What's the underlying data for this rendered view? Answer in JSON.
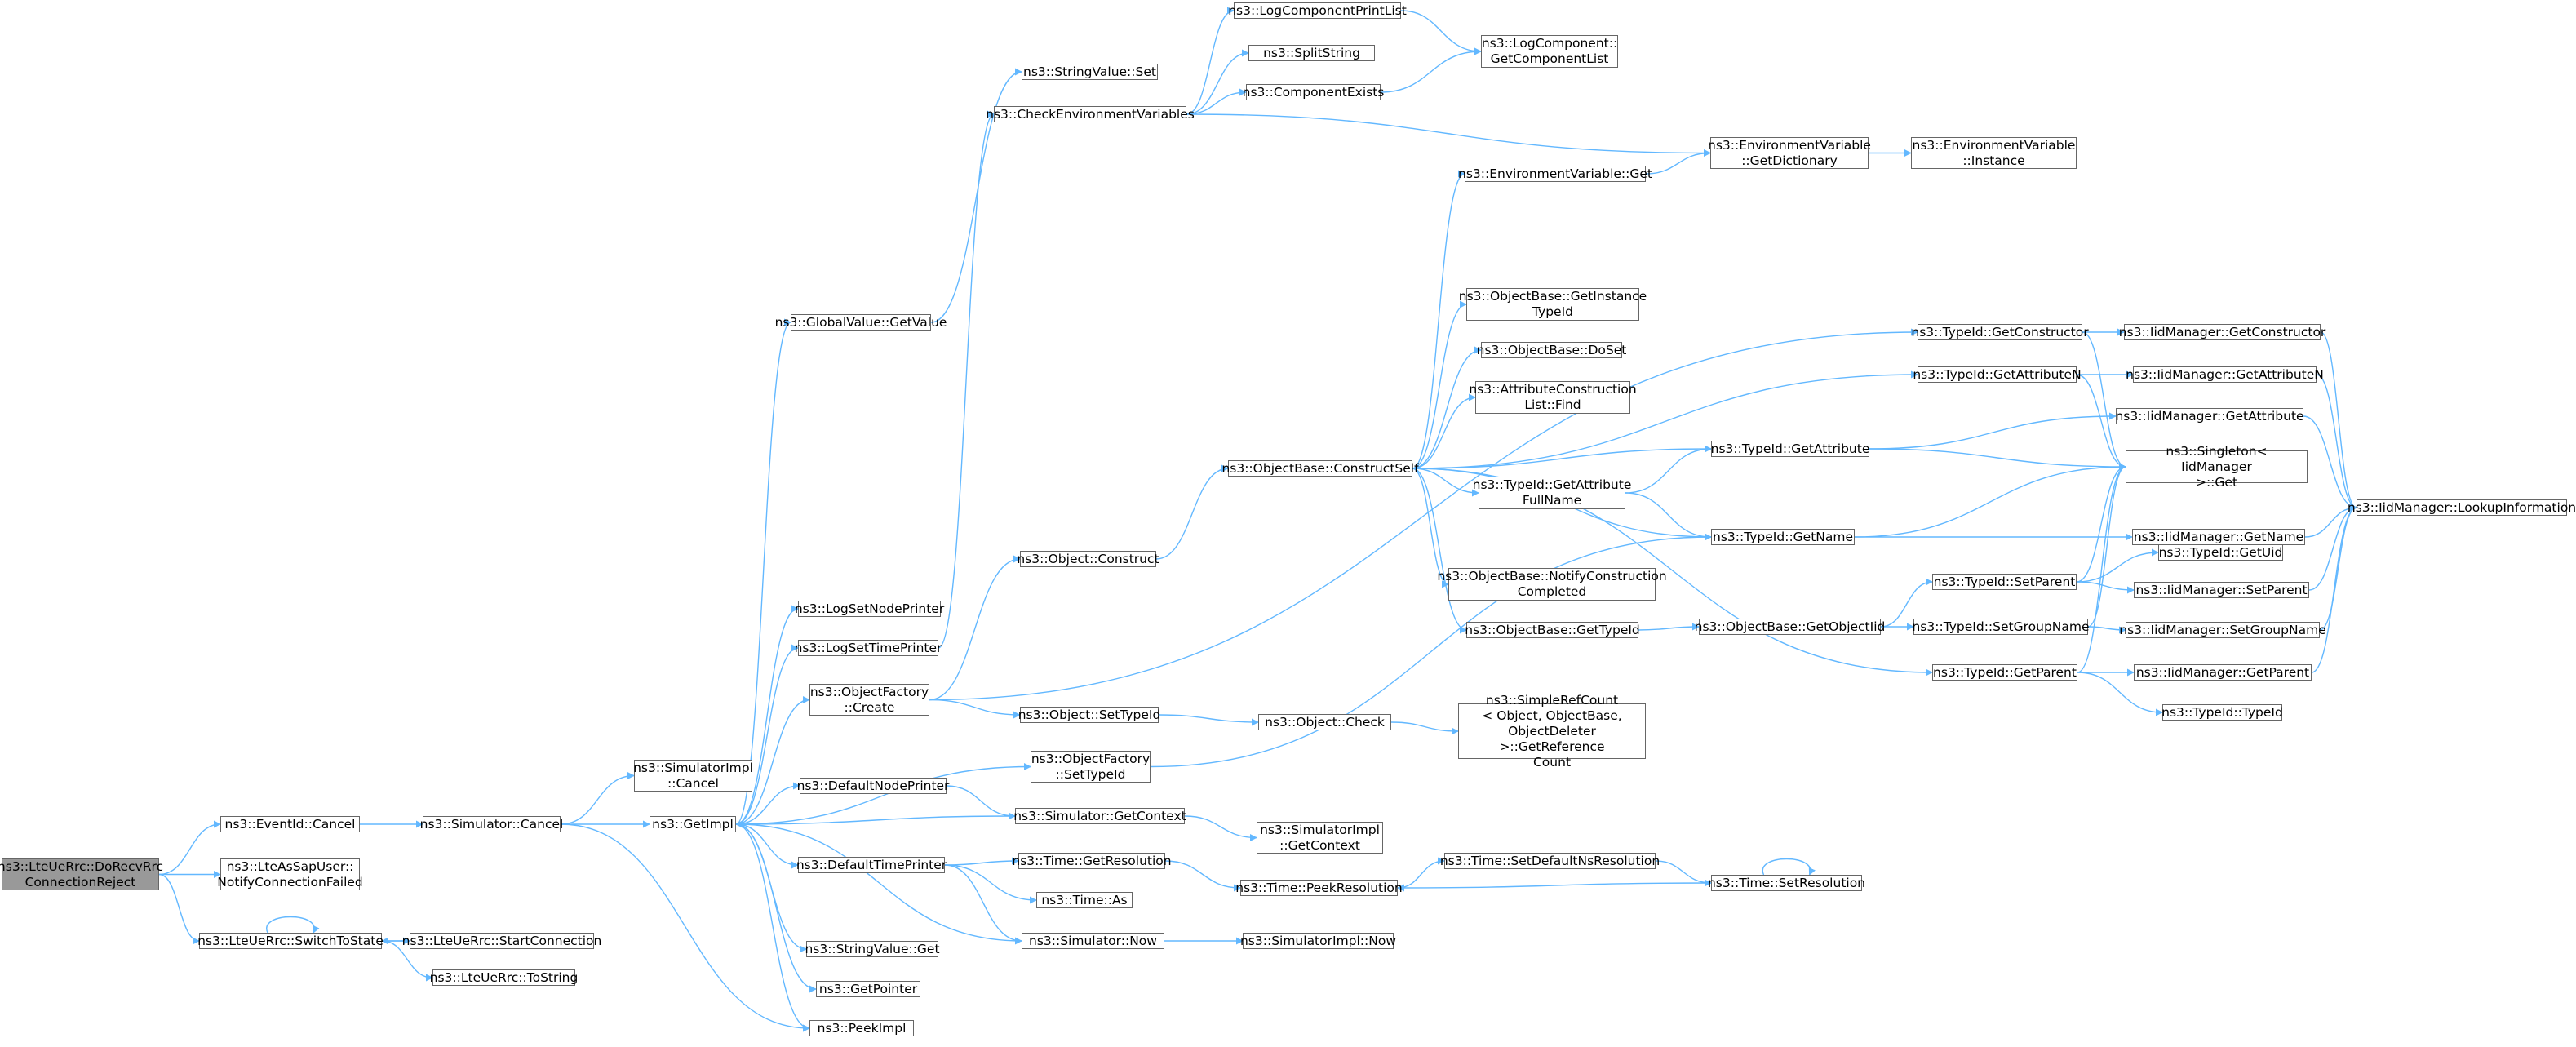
{
  "graph": {
    "edge_color": "#63b8ff",
    "root_fill": "#999999",
    "nodes": [
      {
        "id": "root",
        "label": "ns3::LteUeRrc::DoRecvRrc\nConnectionReject"
      },
      {
        "id": "eventid_cancel",
        "label": "ns3::EventId::Cancel"
      },
      {
        "id": "lteassapuser",
        "label": "ns3::LteAsSapUser::\nNotifyConnectionFailed"
      },
      {
        "id": "switchtostate",
        "label": "ns3::LteUeRrc::SwitchToState"
      },
      {
        "id": "sim_cancel",
        "label": "ns3::Simulator::Cancel"
      },
      {
        "id": "simimpl_cancel",
        "label": "ns3::SimulatorImpl\n::Cancel"
      },
      {
        "id": "getimpl",
        "label": "ns3::GetImpl"
      },
      {
        "id": "startconnection",
        "label": "ns3::LteUeRrc::StartConnection"
      },
      {
        "id": "tostring",
        "label": "ns3::LteUeRrc::ToString"
      },
      {
        "id": "peekimpl",
        "label": "ns3::PeekImpl"
      },
      {
        "id": "globalvalue_getvalue",
        "label": "ns3::GlobalValue::GetValue"
      },
      {
        "id": "logsetnodeprinter",
        "label": "ns3::LogSetNodePrinter"
      },
      {
        "id": "logsettimeprinter",
        "label": "ns3::LogSetTimePrinter"
      },
      {
        "id": "objectfactory_create",
        "label": "ns3::ObjectFactory\n::Create"
      },
      {
        "id": "defaultnodeprinter",
        "label": "ns3::DefaultNodePrinter"
      },
      {
        "id": "defaulttimeprinter",
        "label": "ns3::DefaultTimePrinter"
      },
      {
        "id": "stringvalue_get",
        "label": "ns3::StringValue::Get"
      },
      {
        "id": "getpointer",
        "label": "ns3::GetPointer"
      },
      {
        "id": "stringvalue_set",
        "label": "ns3::StringValue::Set"
      },
      {
        "id": "checkenv",
        "label": "ns3::CheckEnvironmentVariables"
      },
      {
        "id": "logcomponentprintlist",
        "label": "ns3::LogComponentPrintList"
      },
      {
        "id": "splitstring",
        "label": "ns3::SplitString"
      },
      {
        "id": "componentexists",
        "label": "ns3::ComponentExists"
      },
      {
        "id": "getcomponentlist",
        "label": "ns3::LogComponent::\nGetComponentList"
      },
      {
        "id": "envvar_getdictionary",
        "label": "ns3::EnvironmentVariable\n::GetDictionary"
      },
      {
        "id": "envvar_instance",
        "label": "ns3::EnvironmentVariable\n::Instance"
      },
      {
        "id": "envvar_get",
        "label": "ns3::EnvironmentVariable::Get"
      },
      {
        "id": "object_construct",
        "label": "ns3::Object::Construct"
      },
      {
        "id": "object_settypeid",
        "label": "ns3::Object::SetTypeId"
      },
      {
        "id": "objectfactory_settypeid",
        "label": "ns3::ObjectFactory\n::SetTypeId"
      },
      {
        "id": "sim_getcontext",
        "label": "ns3::Simulator::GetContext"
      },
      {
        "id": "time_getresolution",
        "label": "ns3::Time::GetResolution"
      },
      {
        "id": "time_as",
        "label": "ns3::Time::As"
      },
      {
        "id": "sim_now",
        "label": "ns3::Simulator::Now"
      },
      {
        "id": "constructself",
        "label": "ns3::ObjectBase::ConstructSelf"
      },
      {
        "id": "object_check",
        "label": "ns3::Object::Check"
      },
      {
        "id": "simimpl_getcontext",
        "label": "ns3::SimulatorImpl\n::GetContext"
      },
      {
        "id": "time_peekresolution",
        "label": "ns3::Time::PeekResolution"
      },
      {
        "id": "simimpl_now",
        "label": "ns3::SimulatorImpl::Now"
      },
      {
        "id": "getinstancetypeid",
        "label": "ns3::ObjectBase::GetInstance\nTypeId"
      },
      {
        "id": "doset",
        "label": "ns3::ObjectBase::DoSet"
      },
      {
        "id": "attrconstructionlist_find",
        "label": "ns3::AttributeConstruction\nList::Find"
      },
      {
        "id": "typeid_getattributefullname",
        "label": "ns3::TypeId::GetAttribute\nFullName"
      },
      {
        "id": "notifyconstructioncompleted",
        "label": "ns3::ObjectBase::NotifyConstruction\nCompleted"
      },
      {
        "id": "objectbase_gettypeid",
        "label": "ns3::ObjectBase::GetTypeId"
      },
      {
        "id": "simplerefcount",
        "label": "ns3::SimpleRefCount\n< Object, ObjectBase,\nObjectDeleter >::GetReference\nCount"
      },
      {
        "id": "time_setdefaultnsresolution",
        "label": "ns3::Time::SetDefaultNsResolution"
      },
      {
        "id": "typeid_getattribute",
        "label": "ns3::TypeId::GetAttribute"
      },
      {
        "id": "typeid_getname",
        "label": "ns3::TypeId::GetName"
      },
      {
        "id": "getobjectiid",
        "label": "ns3::ObjectBase::GetObjectIid"
      },
      {
        "id": "time_setresolution",
        "label": "ns3::Time::SetResolution"
      },
      {
        "id": "typeid_getconstructor",
        "label": "ns3::TypeId::GetConstructor"
      },
      {
        "id": "typeid_getattributen",
        "label": "ns3::TypeId::GetAttributeN"
      },
      {
        "id": "typeid_setparent",
        "label": "ns3::TypeId::SetParent"
      },
      {
        "id": "typeid_setgroupname",
        "label": "ns3::TypeId::SetGroupName"
      },
      {
        "id": "typeid_getparent",
        "label": "ns3::TypeId::GetParent"
      },
      {
        "id": "iidmanager_getconstructor",
        "label": "ns3::IidManager::GetConstructor"
      },
      {
        "id": "iidmanager_getattributen",
        "label": "ns3::IidManager::GetAttributeN"
      },
      {
        "id": "iidmanager_getattribute",
        "label": "ns3::IidManager::GetAttribute"
      },
      {
        "id": "singleton_get",
        "label": "ns3::Singleton< IidManager\n>::Get"
      },
      {
        "id": "iidmanager_getname",
        "label": "ns3::IidManager::GetName"
      },
      {
        "id": "typeid_getuid",
        "label": "ns3::TypeId::GetUid"
      },
      {
        "id": "iidmanager_setparent",
        "label": "ns3::IidManager::SetParent"
      },
      {
        "id": "iidmanager_setgroupname",
        "label": "ns3::IidManager::SetGroupName"
      },
      {
        "id": "iidmanager_getparent",
        "label": "ns3::IidManager::GetParent"
      },
      {
        "id": "typeid_typeid",
        "label": "ns3::TypeId::TypeId"
      },
      {
        "id": "iidmanager_lookupinformation",
        "label": "ns3::IidManager::LookupInformation"
      }
    ],
    "edges": [
      [
        "root",
        "eventid_cancel"
      ],
      [
        "root",
        "lteassapuser"
      ],
      [
        "root",
        "switchtostate"
      ],
      [
        "eventid_cancel",
        "sim_cancel"
      ],
      [
        "sim_cancel",
        "simimpl_cancel"
      ],
      [
        "sim_cancel",
        "getimpl"
      ],
      [
        "sim_cancel",
        "peekimpl"
      ],
      [
        "switchtostate",
        "switchtostate"
      ],
      [
        "switchtostate",
        "startconnection"
      ],
      [
        "switchtostate",
        "tostring"
      ],
      [
        "startconnection",
        "switchtostate"
      ],
      [
        "getimpl",
        "globalvalue_getvalue"
      ],
      [
        "getimpl",
        "logsetnodeprinter"
      ],
      [
        "getimpl",
        "logsettimeprinter"
      ],
      [
        "getimpl",
        "objectfactory_create"
      ],
      [
        "getimpl",
        "objectfactory_settypeid"
      ],
      [
        "getimpl",
        "defaultnodeprinter"
      ],
      [
        "getimpl",
        "defaulttimeprinter"
      ],
      [
        "getimpl",
        "stringvalue_get"
      ],
      [
        "getimpl",
        "getpointer"
      ],
      [
        "getimpl",
        "peekimpl"
      ],
      [
        "globalvalue_getvalue",
        "stringvalue_set"
      ],
      [
        "logsettimeprinter",
        "checkenv"
      ],
      [
        "checkenv",
        "logcomponentprintlist"
      ],
      [
        "checkenv",
        "splitstring"
      ],
      [
        "checkenv",
        "componentexists"
      ],
      [
        "checkenv",
        "envvar_getdictionary"
      ],
      [
        "logcomponentprintlist",
        "getcomponentlist"
      ],
      [
        "componentexists",
        "getcomponentlist"
      ],
      [
        "envvar_getdictionary",
        "envvar_instance"
      ],
      [
        "envvar_get",
        "envvar_getdictionary"
      ],
      [
        "objectfactory_create",
        "object_construct"
      ],
      [
        "objectfactory_create",
        "object_settypeid"
      ],
      [
        "objectfactory_create",
        "typeid_getconstructor"
      ],
      [
        "object_construct",
        "constructself"
      ],
      [
        "object_settypeid",
        "object_check"
      ],
      [
        "object_check",
        "simplerefcount"
      ],
      [
        "objectfactory_settypeid",
        "typeid_getname"
      ],
      [
        "defaultnodeprinter",
        "sim_getcontext"
      ],
      [
        "sim_getcontext",
        "simimpl_getcontext"
      ],
      [
        "sim_getcontext",
        "getimpl"
      ],
      [
        "defaulttimeprinter",
        "time_getresolution"
      ],
      [
        "defaulttimeprinter",
        "time_as"
      ],
      [
        "defaulttimeprinter",
        "sim_now"
      ],
      [
        "time_getresolution",
        "time_peekresolution"
      ],
      [
        "sim_now",
        "simimpl_now"
      ],
      [
        "sim_now",
        "getimpl"
      ],
      [
        "time_peekresolution",
        "time_setdefaultnsresolution"
      ],
      [
        "time_setdefaultnsresolution",
        "time_setresolution"
      ],
      [
        "time_setresolution",
        "time_setresolution"
      ],
      [
        "time_setresolution",
        "time_peekresolution"
      ],
      [
        "constructself",
        "envvar_get"
      ],
      [
        "constructself",
        "getinstancetypeid"
      ],
      [
        "constructself",
        "doset"
      ],
      [
        "constructself",
        "attrconstructionlist_find"
      ],
      [
        "constructself",
        "typeid_getattributefullname"
      ],
      [
        "constructself",
        "typeid_getattribute"
      ],
      [
        "constructself",
        "typeid_getname"
      ],
      [
        "constructself",
        "notifyconstructioncompleted"
      ],
      [
        "constructself",
        "objectbase_gettypeid"
      ],
      [
        "constructself",
        "typeid_getattributen"
      ],
      [
        "constructself",
        "typeid_getparent"
      ],
      [
        "typeid_getattributefullname",
        "typeid_getattribute"
      ],
      [
        "typeid_getattributefullname",
        "typeid_getname"
      ],
      [
        "objectbase_gettypeid",
        "getobjectiid"
      ],
      [
        "getobjectiid",
        "typeid_setparent"
      ],
      [
        "getobjectiid",
        "typeid_setgroupname"
      ],
      [
        "typeid_getattribute",
        "iidmanager_getattribute"
      ],
      [
        "typeid_getattribute",
        "singleton_get"
      ],
      [
        "typeid_getname",
        "iidmanager_getname"
      ],
      [
        "typeid_getname",
        "singleton_get"
      ],
      [
        "typeid_getconstructor",
        "iidmanager_getconstructor"
      ],
      [
        "typeid_getconstructor",
        "singleton_get"
      ],
      [
        "typeid_getattributen",
        "iidmanager_getattributen"
      ],
      [
        "typeid_getattributen",
        "singleton_get"
      ],
      [
        "typeid_setparent",
        "typeid_getuid"
      ],
      [
        "typeid_setparent",
        "iidmanager_setparent"
      ],
      [
        "typeid_setparent",
        "singleton_get"
      ],
      [
        "typeid_setgroupname",
        "iidmanager_setgroupname"
      ],
      [
        "typeid_setgroupname",
        "singleton_get"
      ],
      [
        "typeid_getparent",
        "iidmanager_getparent"
      ],
      [
        "typeid_getparent",
        "typeid_typeid"
      ],
      [
        "typeid_getparent",
        "singleton_get"
      ],
      [
        "iidmanager_getconstructor",
        "iidmanager_lookupinformation"
      ],
      [
        "iidmanager_getattributen",
        "iidmanager_lookupinformation"
      ],
      [
        "iidmanager_getattribute",
        "iidmanager_lookupinformation"
      ],
      [
        "iidmanager_getname",
        "iidmanager_lookupinformation"
      ],
      [
        "iidmanager_setparent",
        "iidmanager_lookupinformation"
      ],
      [
        "iidmanager_setgroupname",
        "iidmanager_lookupinformation"
      ],
      [
        "iidmanager_getparent",
        "iidmanager_lookupinformation"
      ]
    ]
  }
}
